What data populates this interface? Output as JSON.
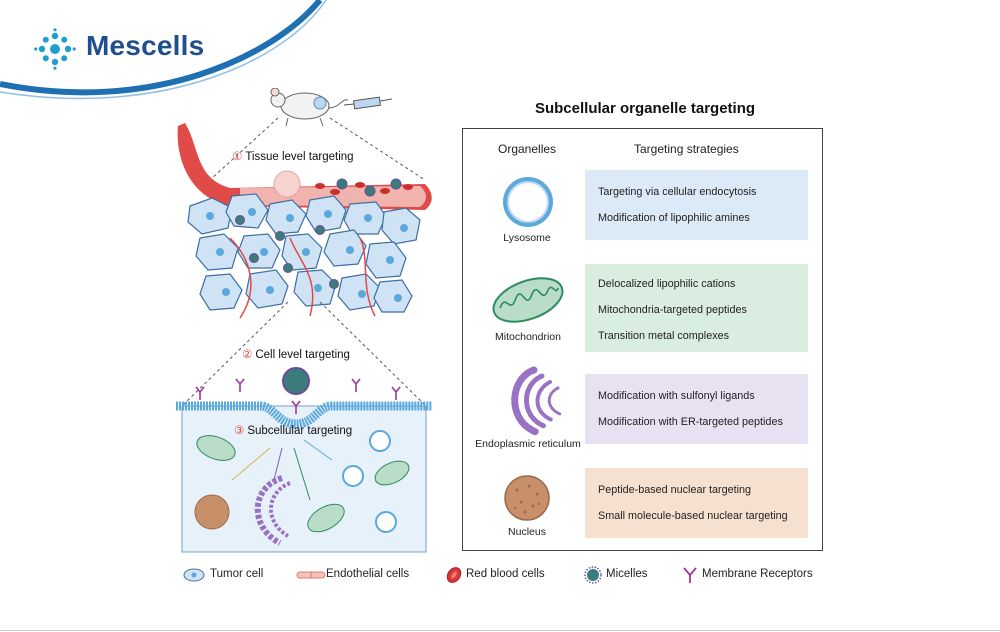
{
  "brand": {
    "name": "Mescells",
    "logo_icon": "cell-cluster-logo-icon",
    "accent_color": "#1f6fb3"
  },
  "illustration": {
    "steps": [
      {
        "num": "①",
        "label": "Tissue level targeting"
      },
      {
        "num": "②",
        "label": "Cell level targeting"
      },
      {
        "num": "③",
        "label": "Subcellular targeting"
      }
    ]
  },
  "panel": {
    "title": "Subcellular organelle targeting",
    "col_organelles": "Organelles",
    "col_strategies": "Targeting strategies",
    "rows": [
      {
        "organelle": "Lysosome",
        "icon": "lysosome-icon",
        "color": "#dce9f6",
        "strategies": [
          "Targeting via cellular endocytosis",
          "Modification of lipophilic amines"
        ]
      },
      {
        "organelle": "Mitochondrion",
        "icon": "mitochondrion-icon",
        "color": "#d9ede1",
        "strategies": [
          "Delocalized lipophilic cations",
          "Mitochondria-targeted peptides",
          "Transition metal complexes"
        ]
      },
      {
        "organelle": "Endoplasmic reticulum",
        "icon": "endoplasmic-reticulum-icon",
        "color": "#e7e1f1",
        "strategies": [
          "Modification with sulfonyl ligands",
          "Modification with ER-targeted peptides"
        ]
      },
      {
        "organelle": "Nucleus",
        "icon": "nucleus-icon",
        "color": "#f6e1d0",
        "strategies": [
          "Peptide-based nuclear targeting",
          "Small molecule-based nuclear targeting"
        ]
      }
    ]
  },
  "legend": [
    {
      "label": "Tumor cell",
      "icon": "tumor-cell-icon"
    },
    {
      "label": "Endothelial cells",
      "icon": "endothelial-cell-icon"
    },
    {
      "label": "Red blood cells",
      "icon": "red-blood-cell-icon"
    },
    {
      "label": "Micelles",
      "icon": "micelle-icon"
    },
    {
      "label": "Membrane Receptors",
      "icon": "membrane-receptor-icon"
    }
  ]
}
